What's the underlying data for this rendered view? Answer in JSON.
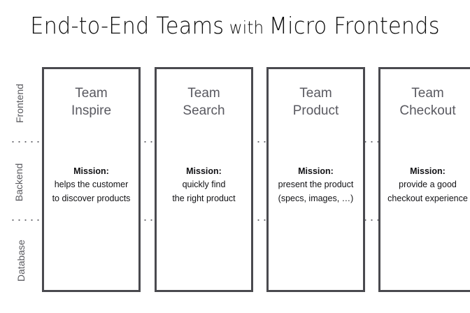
{
  "slide": {
    "title_main_1": "End-to-End Teams",
    "title_small": " with ",
    "title_main_2": "Micro Frontends",
    "background_color": "#ffffff"
  },
  "layers": [
    {
      "name": "frontend",
      "label": "Frontend"
    },
    {
      "name": "backend",
      "label": "Backend"
    },
    {
      "name": "database",
      "label": "Database"
    }
  ],
  "colors": {
    "box_border": "#4a4a4f",
    "team_name_text": "#595960",
    "layer_label_text": "#5a5a5f",
    "mission_text": "#111114",
    "divider_dots": "#6a6a70",
    "title_text": "#0d0d0d"
  },
  "teams": [
    {
      "name_line_1": "Team",
      "name_line_2": "Inspire",
      "mission_heading": "Mission:",
      "mission_line_1": "helps the customer",
      "mission_line_2": "to discover products"
    },
    {
      "name_line_1": "Team",
      "name_line_2": "Search",
      "mission_heading": "Mission:",
      "mission_line_1": "quickly find",
      "mission_line_2": "the right product"
    },
    {
      "name_line_1": "Team",
      "name_line_2": "Product",
      "mission_heading": "Mission:",
      "mission_line_1": "present the product",
      "mission_line_2": "(specs, images, …)"
    },
    {
      "name_line_1": "Team",
      "name_line_2": "Checkout",
      "mission_heading": "Mission:",
      "mission_line_1": "provide a good",
      "mission_line_2": "checkout experience"
    }
  ]
}
